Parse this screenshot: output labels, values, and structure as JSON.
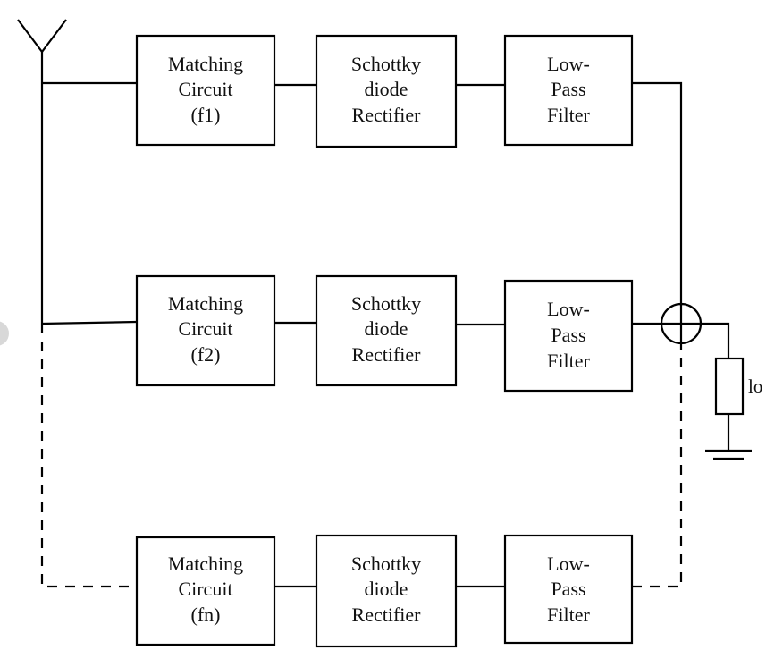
{
  "rows": [
    {
      "matching": [
        "Matching",
        "Circuit",
        "(f1)"
      ],
      "rectifier": [
        "Schottky",
        "diode",
        "Rectifier"
      ],
      "filter": [
        "Low-",
        "Pass",
        "Filter"
      ]
    },
    {
      "matching": [
        "Matching",
        "Circuit",
        "(f2)"
      ],
      "rectifier": [
        "Schottky",
        "diode",
        "Rectifier"
      ],
      "filter": [
        "Low-",
        "Pass",
        "Filter"
      ]
    },
    {
      "matching": [
        "Matching",
        "Circuit",
        "(fn)"
      ],
      "rectifier": [
        "Schottky",
        "diode",
        "Rectifier"
      ],
      "filter": [
        "Low-",
        "Pass",
        "Filter"
      ]
    }
  ],
  "load": {
    "label": "lo"
  }
}
